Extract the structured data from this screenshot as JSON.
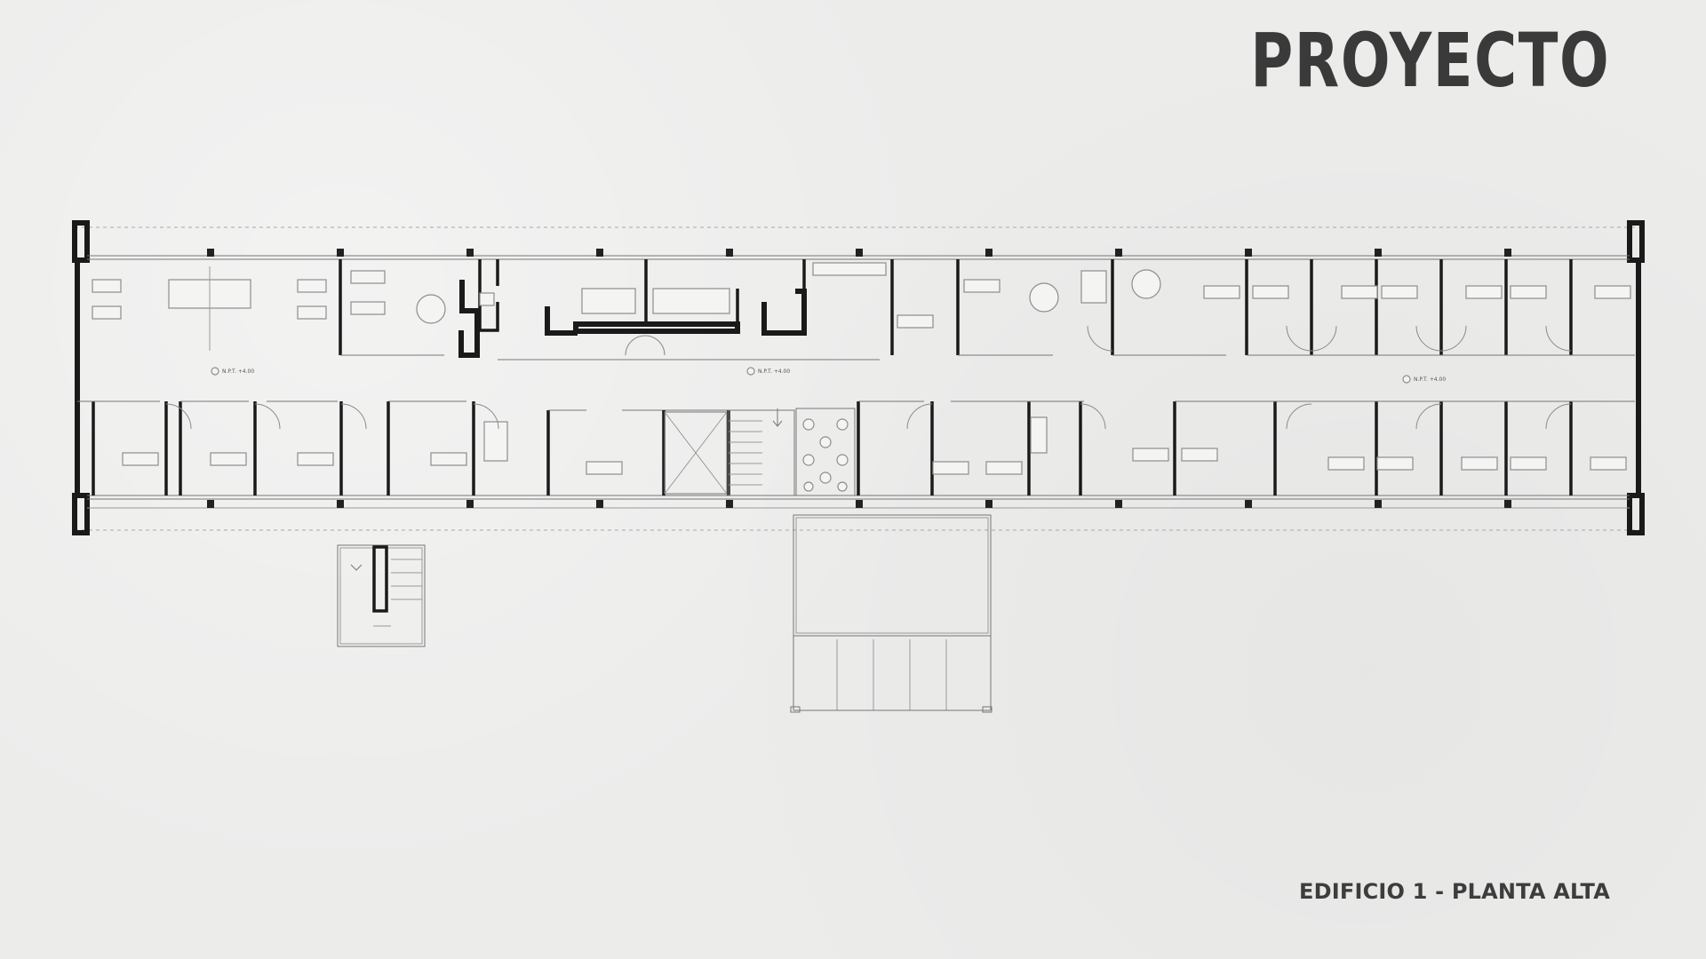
{
  "header": {
    "title": "PROYECTO"
  },
  "footer": {
    "caption": "EDIFICIO 1 - PLANTA ALTA"
  },
  "plan": {
    "level_marks": [
      "N.P.T. +4.00",
      "N.P.T. +4.00",
      "N.P.T. +4.00"
    ]
  },
  "colors": {
    "background": "#ececeb",
    "title": "#3a3a3a",
    "walls": "#1a1a1a",
    "lines": "#8d8d8d"
  }
}
